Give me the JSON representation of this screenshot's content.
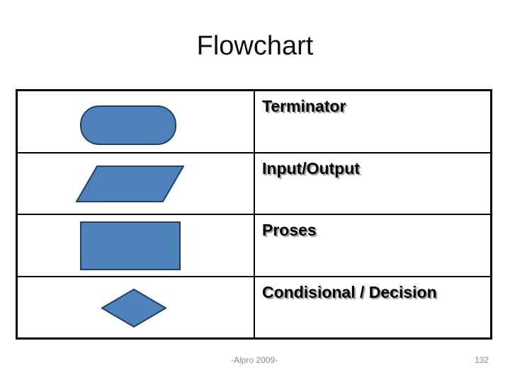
{
  "slide": {
    "title": "Flowchart",
    "footer": "-Alpro 2009-",
    "page_number": "132"
  },
  "table": {
    "rows": [
      {
        "shape": "terminator-shape",
        "label": "Terminator"
      },
      {
        "shape": "input-output-shape",
        "label": "Input/Output"
      },
      {
        "shape": "process-shape",
        "label": "Proses"
      },
      {
        "shape": "decision-shape",
        "label": "Condisional / Decision"
      }
    ]
  },
  "colors": {
    "shape_fill": "#4F81BD",
    "shape_border": "#243F60",
    "table_border": "#000000",
    "title_text": "#0D0D0D",
    "footer_text": "#8C8C8C"
  }
}
